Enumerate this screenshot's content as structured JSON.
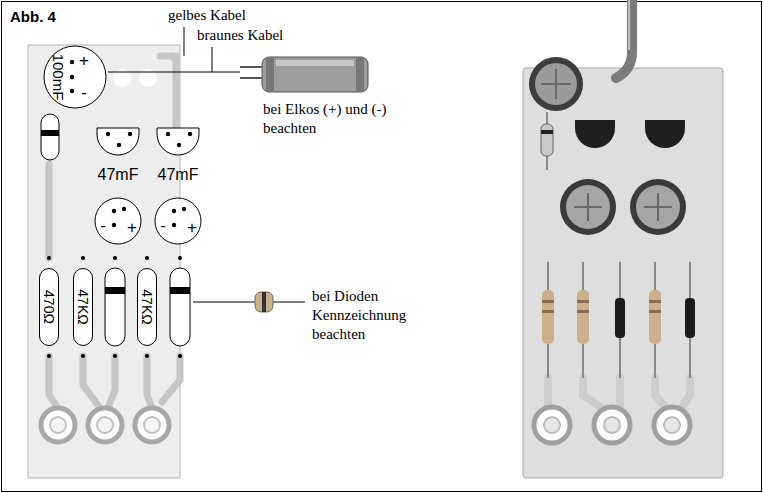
{
  "diagram": {
    "nodes": [
      {
        "text": [
          "100mF",
          "+",
          "-"
        ]
      },
      {
        "text": [
          "47mF",
          "-",
          "+"
        ]
      },
      {
        "text": [
          "47mF",
          "-",
          "+"
        ]
      },
      {
        "text": [
          "470Ω"
        ]
      },
      {
        "text": [
          "47KΩ"
        ]
      },
      {
        "text": [
          "47KΩ"
        ]
      }
    ],
    "labels": [
      "Abb. 4",
      "gelbes Kabel",
      "braunes Kabel",
      "bei Elkos (+) und (-) beachten",
      "bei Dioden Kennzeichnung beachten"
    ]
  }
}
